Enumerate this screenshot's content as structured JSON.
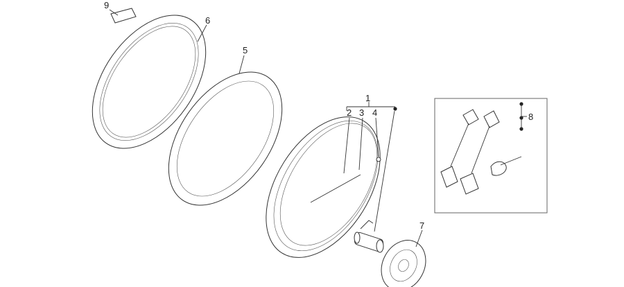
{
  "callouts": {
    "c1": "1",
    "c2": "2",
    "c3": "3",
    "c4": "4",
    "c5": "5",
    "c6": "6",
    "c7": "7",
    "c8": "8",
    "c9": "9"
  },
  "colors": {
    "line": "#333333",
    "background": "#ffffff",
    "inset_border": "#666666"
  }
}
